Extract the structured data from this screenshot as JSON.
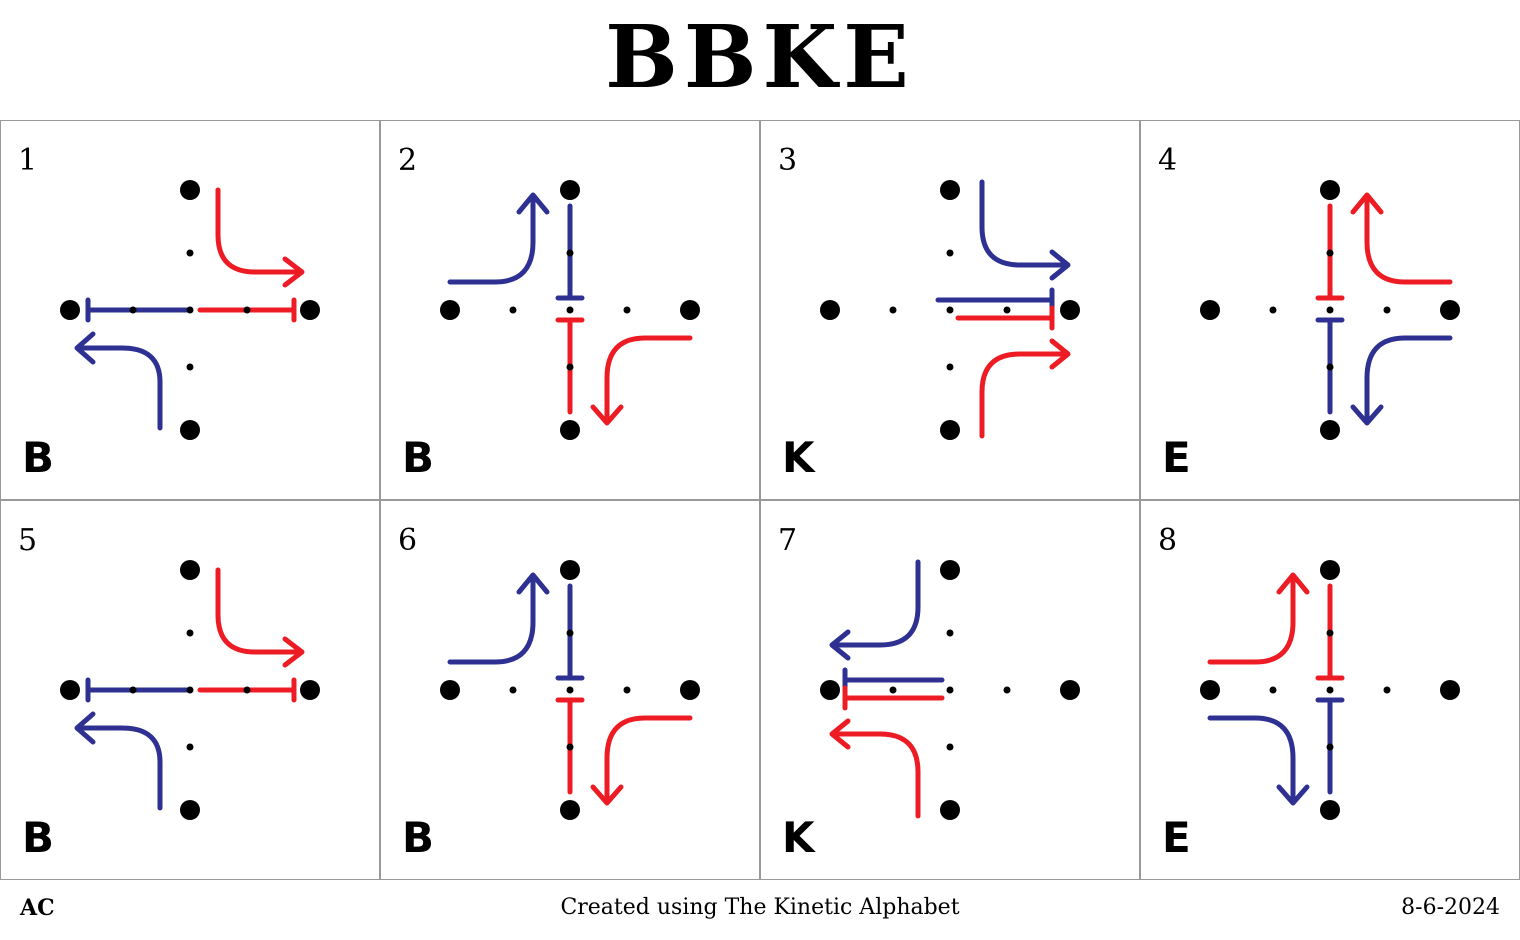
{
  "title": "BBKE",
  "colors": {
    "blue": "#2e3192",
    "red": "#ed1c24",
    "dot": "#000000",
    "border": "#999999"
  },
  "panels": [
    {
      "number": "1",
      "letter": "B",
      "figure": "b-horizontal"
    },
    {
      "number": "2",
      "letter": "B",
      "figure": "b-vertical"
    },
    {
      "number": "3",
      "letter": "K",
      "figure": "k-right"
    },
    {
      "number": "4",
      "letter": "E",
      "figure": "e-right"
    },
    {
      "number": "5",
      "letter": "B",
      "figure": "b-horizontal"
    },
    {
      "number": "6",
      "letter": "B",
      "figure": "b-vertical"
    },
    {
      "number": "7",
      "letter": "K",
      "figure": "k-left"
    },
    {
      "number": "8",
      "letter": "E",
      "figure": "e-left"
    }
  ],
  "footer": {
    "left": "AC",
    "center": "Created using The Kinetic Alphabet",
    "right": "8-6-2024"
  }
}
